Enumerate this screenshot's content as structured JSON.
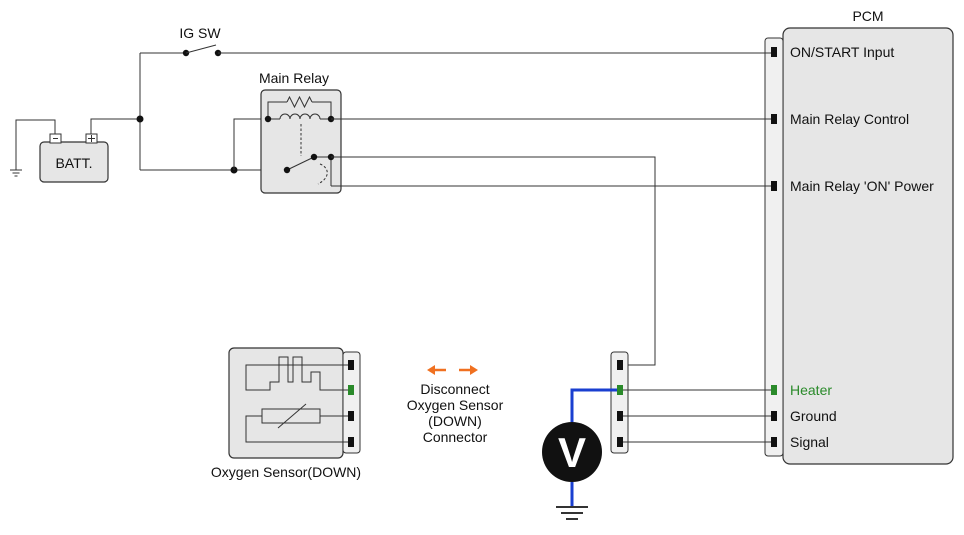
{
  "labels": {
    "ig_sw": "IG SW",
    "main_relay": "Main Relay",
    "battery": "BATT.",
    "pcm": "PCM",
    "pin_on_start": "ON/START Input",
    "pin_main_relay_control": "Main Relay Control",
    "pin_main_relay_on_power": "Main Relay 'ON' Power",
    "pin_heater": "Heater",
    "pin_ground": "Ground",
    "pin_signal": "Signal",
    "battery_minus": "−",
    "battery_plus": "+",
    "voltmeter": "V",
    "sensor_name": "Oxygen Sensor(DOWN)",
    "disconnect_line1": "Disconnect",
    "disconnect_line2": "Oxygen Sensor",
    "disconnect_line3": "(DOWN)",
    "disconnect_line4": "Connector"
  },
  "colors": {
    "wire": "#333333",
    "heater_green": "#2a8a2a",
    "meter_blue": "#1a3fd0",
    "arrow_orange": "#f07020",
    "box_fill": "#e6e6e6",
    "connector_fill": "#f0f0f0"
  }
}
